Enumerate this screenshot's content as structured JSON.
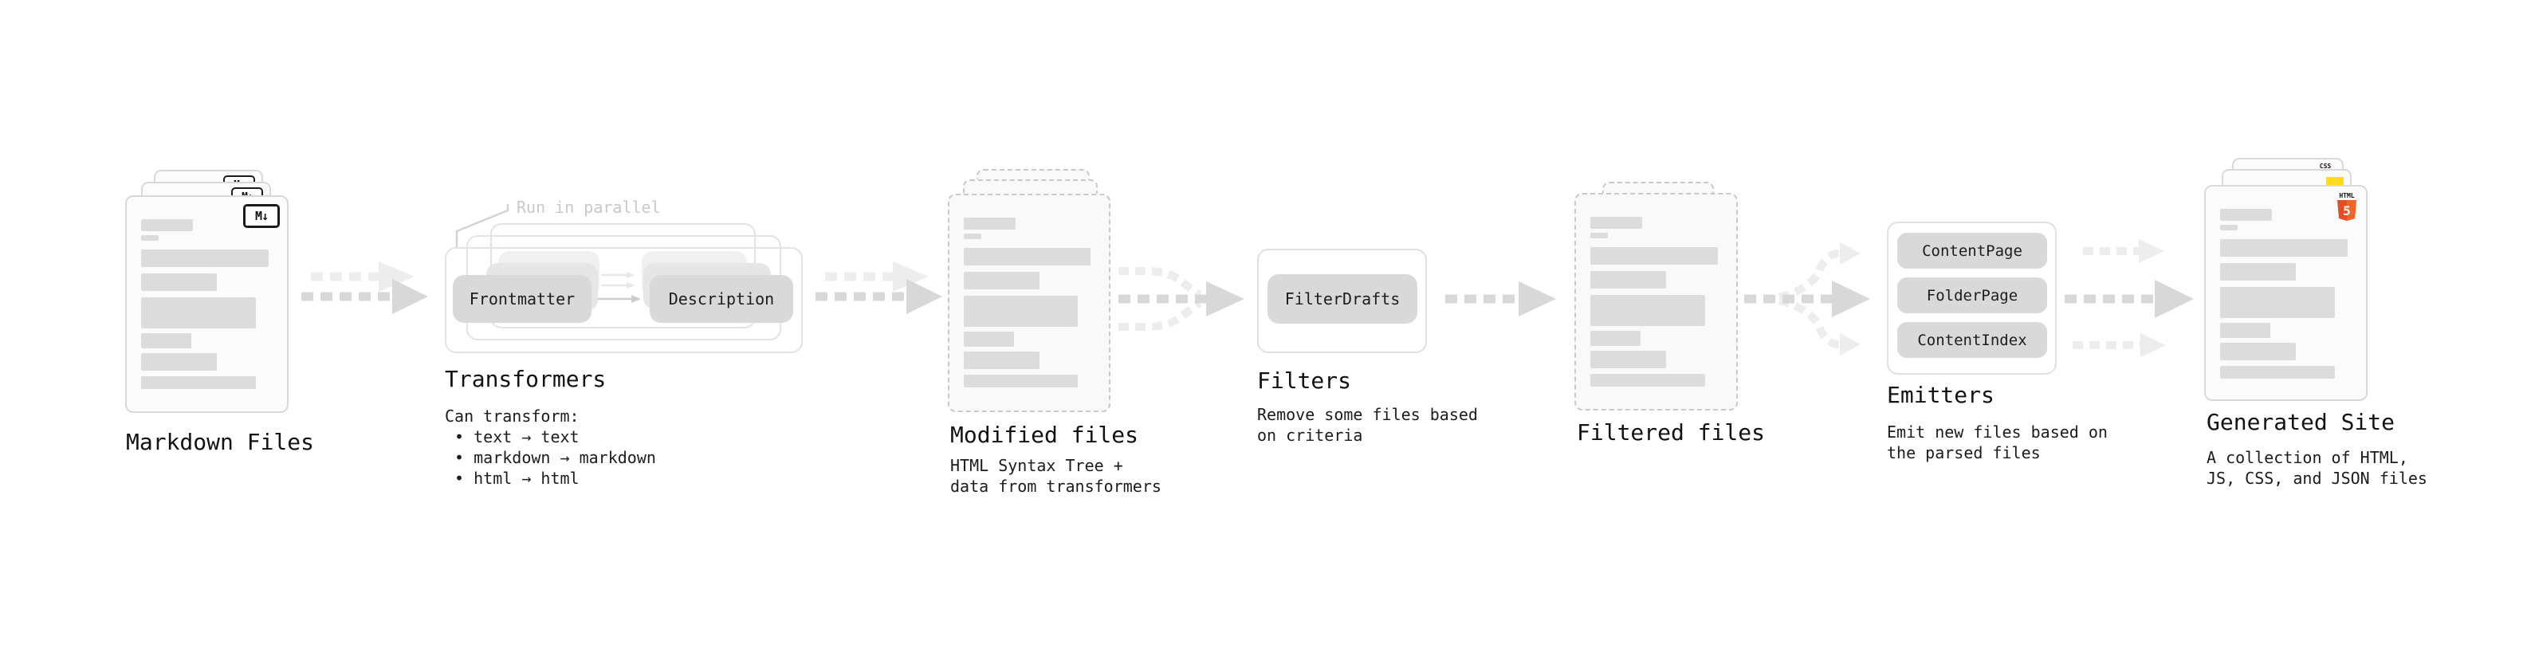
{
  "colors": {
    "arrow_dark": "#d8d8d8",
    "arrow_light": "#ededed",
    "node_fill": "#d9d9d9",
    "card_border": "#d9d9d9",
    "dashed_border": "#c9c9c9",
    "content_bar": "#dcdcdc",
    "title_text": "#121212",
    "annotation_text": "#c9c9c9",
    "html5_orange": "#e44d26",
    "html5_orange_light": "#f16529",
    "js_yellow": "#ffdb1e",
    "css_blue": "#2d65f0"
  },
  "stages": {
    "markdown_files": {
      "title": "Markdown Files",
      "file_badge": "M↓"
    },
    "transformers": {
      "title": "Transformers",
      "annotation": "Run in parallel",
      "nodes": [
        "Frontmatter",
        "Description"
      ],
      "description": "Can transform:\n • text → text\n • markdown → markdown\n • html → html"
    },
    "modified_files": {
      "title": "Modified files",
      "description": "HTML Syntax Tree +\ndata from transformers"
    },
    "filters": {
      "title": "Filters",
      "nodes": [
        "FilterDrafts"
      ],
      "description": "Remove some files based\non criteria"
    },
    "filtered_files": {
      "title": "Filtered files"
    },
    "emitters": {
      "title": "Emitters",
      "nodes": [
        "ContentPage",
        "FolderPage",
        "ContentIndex"
      ],
      "description": "Emit new files based on\nthe parsed files"
    },
    "generated_site": {
      "title": "Generated Site",
      "description": "A collection of HTML,\nJS, CSS, and JSON files",
      "file_badges": {
        "css": "CSS",
        "html_label": "HTML",
        "html_number": "5"
      }
    }
  }
}
